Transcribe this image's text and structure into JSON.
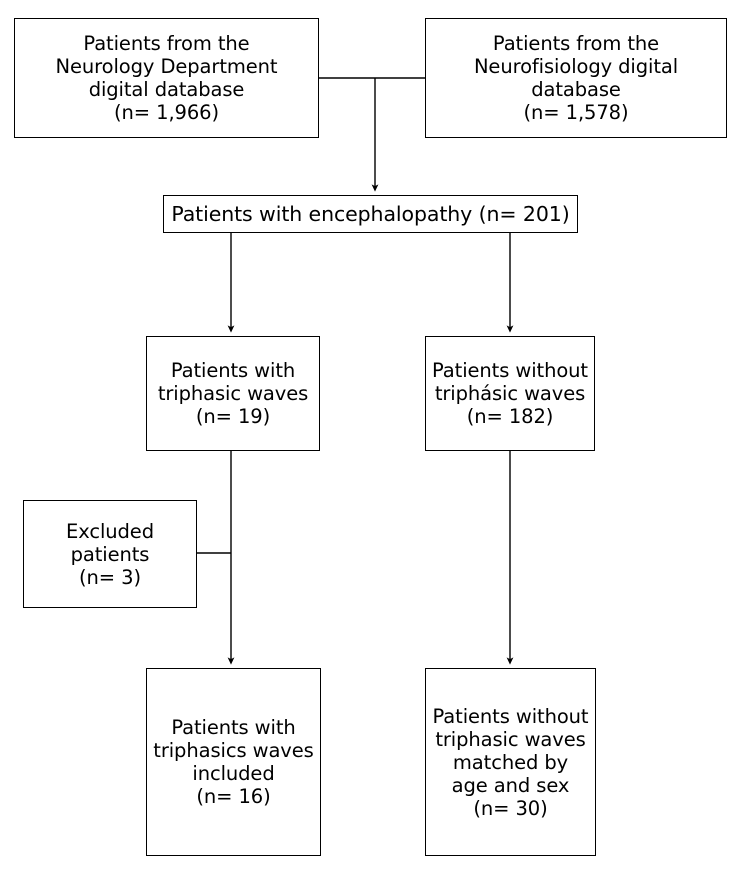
{
  "diagram": {
    "type": "flowchart",
    "title": "Patient selection flow diagram",
    "orientation": "top-to-bottom",
    "line_color": "#000000",
    "box_fill": "#ffffff",
    "background": "#ffffff"
  },
  "nodes": {
    "source_neurology": {
      "label": "Patients from the\nNeurology Department\ndigital database\n(n= 1,966)",
      "n": 1966
    },
    "source_neurofisiology": {
      "label": "Patients from the\nNeurofisiology digital\ndatabase\n(n= 1,578)",
      "n": 1578
    },
    "encephalopathy": {
      "label": "Patients with encephalopathy (n= 201)",
      "n": 201
    },
    "triphasic_yes": {
      "label": "Patients with\ntriphasic waves\n(n= 19)",
      "n": 19
    },
    "triphasic_no": {
      "label": "Patients without\ntriphásic waves\n(n= 182)",
      "n": 182
    },
    "excluded": {
      "label": "Excluded\npatients\n(n= 3)",
      "n": 3
    },
    "included_triphasic": {
      "label": "Patients with\ntriphasics waves\nincluded\n(n= 16)",
      "n": 16
    },
    "matched_controls": {
      "label": "Patients without\ntriphasic waves\nmatched by\nage and sex\n(n= 30)",
      "n": 30
    }
  },
  "edges": [
    {
      "from": "source_neurology",
      "to": "encephalopathy",
      "style": "elbow-merge-arrow"
    },
    {
      "from": "source_neurofisiology",
      "to": "encephalopathy",
      "style": "elbow-merge-arrow"
    },
    {
      "from": "encephalopathy",
      "to": "triphasic_yes",
      "style": "arrow"
    },
    {
      "from": "encephalopathy",
      "to": "triphasic_no",
      "style": "arrow"
    },
    {
      "from": "triphasic_yes",
      "to": "included_triphasic",
      "style": "arrow"
    },
    {
      "from": "triphasic_no",
      "to": "matched_controls",
      "style": "arrow"
    },
    {
      "from": "excluded",
      "to": "triphasic_yes_to_included",
      "style": "side-connector"
    }
  ]
}
